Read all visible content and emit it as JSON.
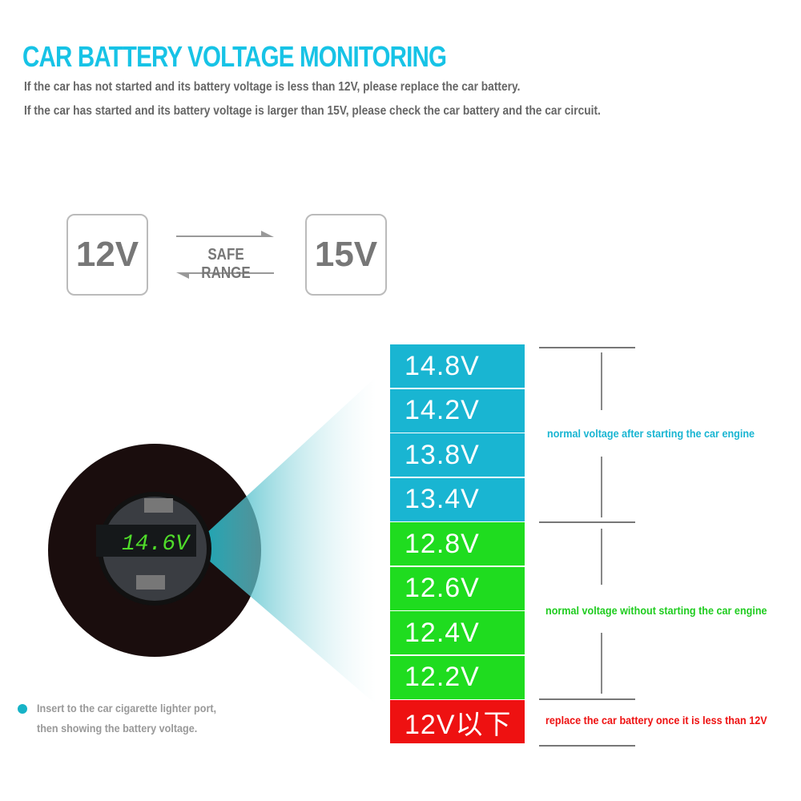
{
  "title": "CAR BATTERY VOLTAGE MONITORING",
  "notes": [
    "If the car has not started and its battery voltage is less than 12V, please replace the car battery.",
    "If the car has started and its battery voltage is larger than 15V, please check the car battery and the car circuit."
  ],
  "range": {
    "low": "12V",
    "label": "SAFE RANGE",
    "high": "15V"
  },
  "device": {
    "display": "14.6V"
  },
  "caption": [
    "Insert to the car cigarette lighter port,",
    "then showing the battery voltage."
  ],
  "levels": [
    {
      "label": "14.8V",
      "color": "#19b5d2"
    },
    {
      "label": "14.2V",
      "color": "#19b5d2"
    },
    {
      "label": "13.8V",
      "color": "#19b5d2"
    },
    {
      "label": "13.4V",
      "color": "#19b5d2"
    },
    {
      "label": "12.8V",
      "color": "#1fdc1f"
    },
    {
      "label": "12.6V",
      "color": "#1fdc1f"
    },
    {
      "label": "12.4V",
      "color": "#1fdc1f"
    },
    {
      "label": "12.2V",
      "color": "#1fdc1f"
    },
    {
      "label": "12V以下",
      "color": "#ee1111"
    }
  ],
  "legend": [
    {
      "text": "normal voltage after starting the car engine",
      "color": "#19b5d2"
    },
    {
      "text": "normal voltage without starting the car engine",
      "color": "#1fdc1f"
    },
    {
      "text": "replace the car battery once it is less than 12V",
      "color": "#ee1111"
    }
  ]
}
